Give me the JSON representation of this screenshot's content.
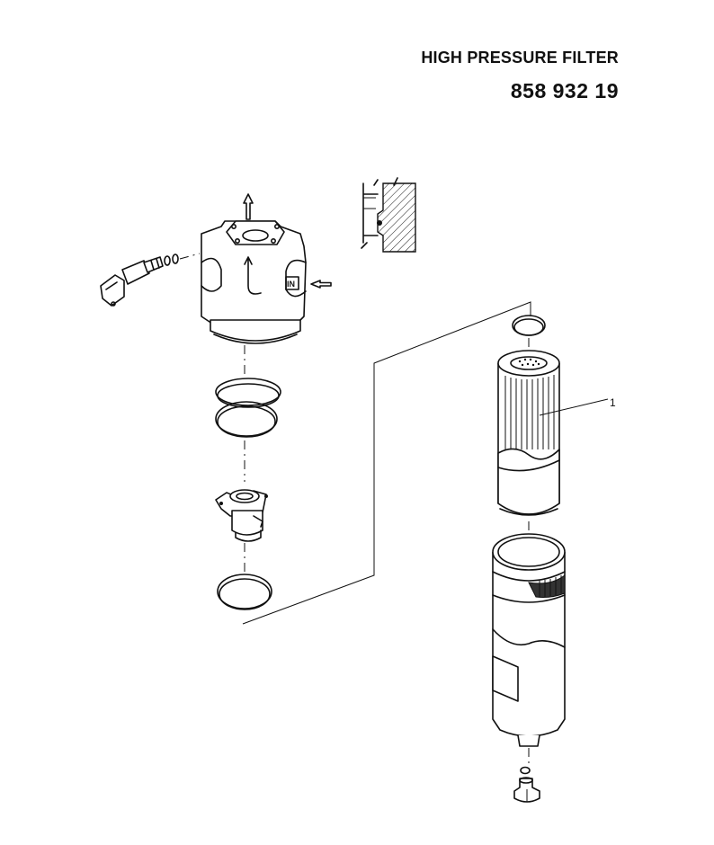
{
  "header": {
    "title": "HIGH PRESSURE FILTER",
    "part_number": "858 932 19"
  },
  "callouts": [
    {
      "label": "1"
    }
  ],
  "markings": {
    "inlet_label": "IN"
  }
}
